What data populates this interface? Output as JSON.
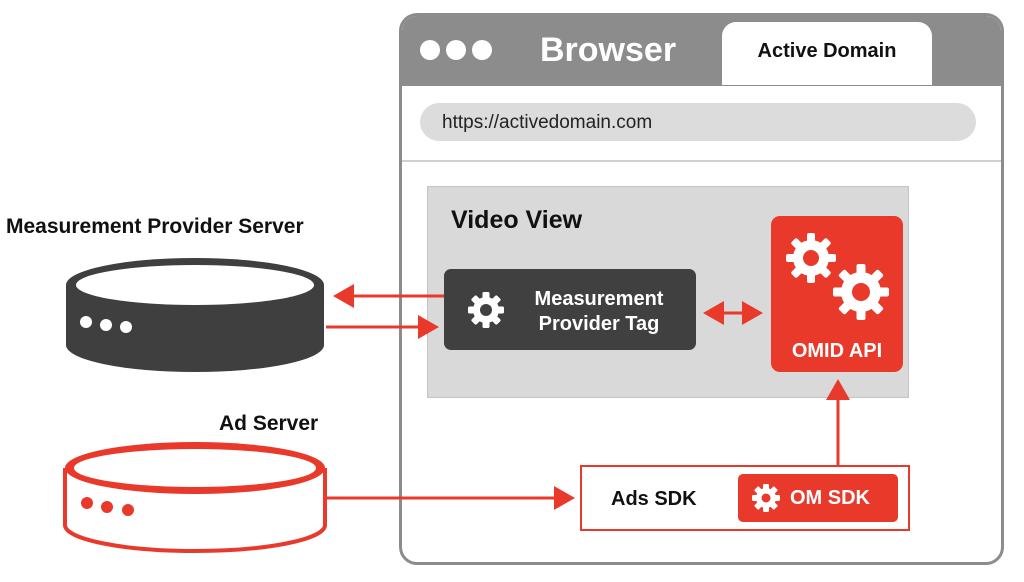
{
  "browser": {
    "title": "Browser",
    "tab_label": "Active Domain",
    "url": "https://activedomain.com"
  },
  "video_view": {
    "title": "Video View",
    "tag_line1": "Measurement",
    "tag_line2": "Provider Tag",
    "omid_label": "OMID API"
  },
  "servers": {
    "measurement_label": "Measurement Provider Server",
    "ad_label": "Ad Server"
  },
  "sdk": {
    "ads_sdk_label": "Ads SDK",
    "om_sdk_label": "OM SDK"
  },
  "colors": {
    "accent": "#e8392b",
    "frame": "#8c8c8c",
    "server_dark": "#3f3f3f",
    "video_bg": "#d9d9d9",
    "tag_bg": "#404040"
  },
  "icons": [
    "gear-icon",
    "window-dots-icon",
    "server-lights-icon"
  ]
}
